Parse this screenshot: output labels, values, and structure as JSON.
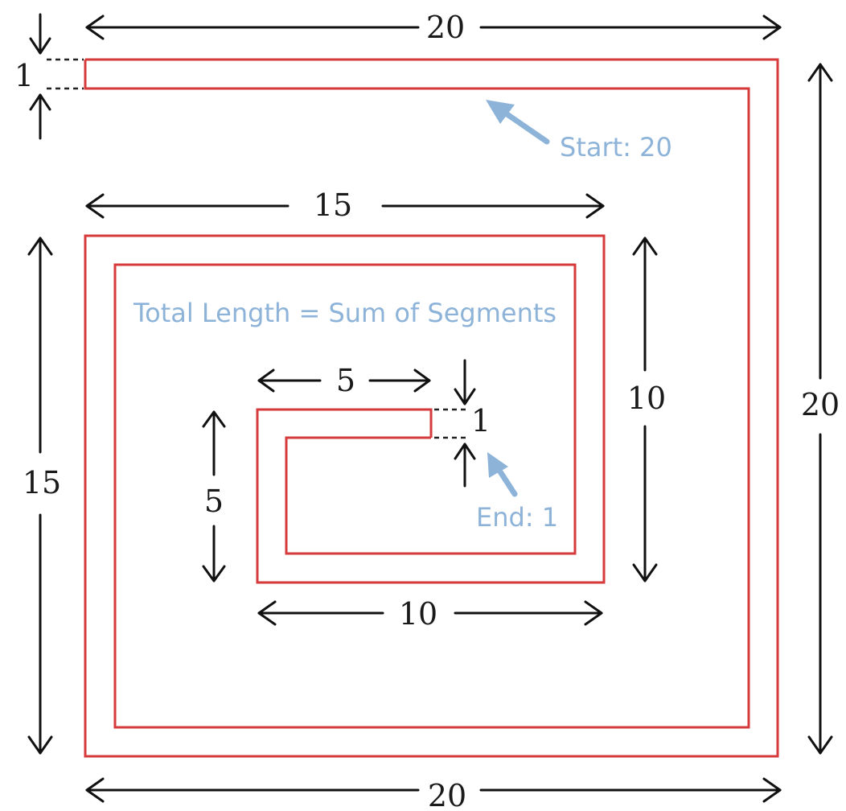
{
  "colors": {
    "strip": "#d63a3a",
    "annotation": "#8db3d9",
    "dimension": "#111111"
  },
  "dimensions": {
    "top": "20",
    "right": "20",
    "bottom": "20",
    "top_gap": "1",
    "second_top": "15",
    "left": "15",
    "inner_right": "10",
    "inner_bottom": "10",
    "innermost_top": "5",
    "innermost_left": "5",
    "end_gap": "1"
  },
  "annotations": {
    "start": "Start: 20",
    "end": "End: 1",
    "total": "Total Length = Sum of Segments"
  }
}
